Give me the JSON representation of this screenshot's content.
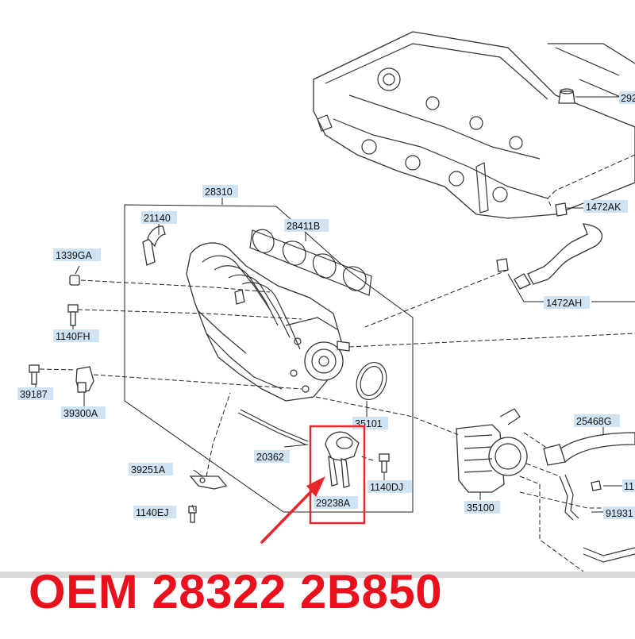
{
  "colors": {
    "label_bg": "#cfe3f3",
    "highlight": "#e8252a",
    "caption": "#e8111d",
    "line": "#222222"
  },
  "part_labels": {
    "p28310": "28310",
    "p21140": "21140",
    "p28411B": "28411B",
    "p1339GA": "1339GA",
    "p1140FH": "1140FH",
    "p39187": "39187",
    "p39300A": "39300A",
    "p35101": "35101",
    "p20362": "20362",
    "p39251A": "39251A",
    "p1140EJ": "1140EJ",
    "p29238A": "29238A",
    "p1140DJ": "1140DJ",
    "p35100": "35100",
    "p25468G": "25468G",
    "p1472AK": "1472AK",
    "p1472AH": "1472AH",
    "p292_cut": "292",
    "p91931_cut": "91931",
    "p11_cut": "11"
  },
  "caption": {
    "text": "OEM 28322 2B850"
  }
}
